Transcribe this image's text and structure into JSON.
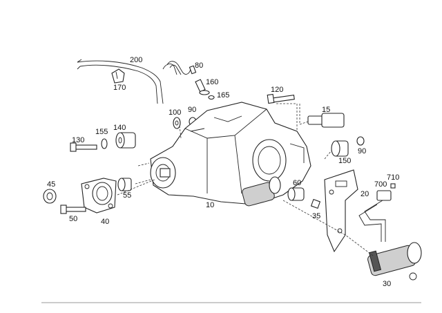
{
  "diagram": {
    "callouts": [
      {
        "id": "200",
        "text": "200"
      },
      {
        "id": "80",
        "text": "80"
      },
      {
        "id": "170",
        "text": "170"
      },
      {
        "id": "160",
        "text": "160"
      },
      {
        "id": "165",
        "text": "165"
      },
      {
        "id": "120",
        "text": "120"
      },
      {
        "id": "100",
        "text": "100"
      },
      {
        "id": "90a",
        "text": "90"
      },
      {
        "id": "15",
        "text": "15"
      },
      {
        "id": "155",
        "text": "155"
      },
      {
        "id": "140",
        "text": "140"
      },
      {
        "id": "130",
        "text": "130"
      },
      {
        "id": "90b",
        "text": "90"
      },
      {
        "id": "150",
        "text": "150"
      },
      {
        "id": "45",
        "text": "45"
      },
      {
        "id": "55",
        "text": "55"
      },
      {
        "id": "60",
        "text": "60"
      },
      {
        "id": "710",
        "text": "710"
      },
      {
        "id": "700",
        "text": "700"
      },
      {
        "id": "20",
        "text": "20"
      },
      {
        "id": "10",
        "text": "10"
      },
      {
        "id": "35",
        "text": "35"
      },
      {
        "id": "40",
        "text": "40"
      },
      {
        "id": "50",
        "text": "50"
      },
      {
        "id": "30",
        "text": "30"
      }
    ]
  }
}
